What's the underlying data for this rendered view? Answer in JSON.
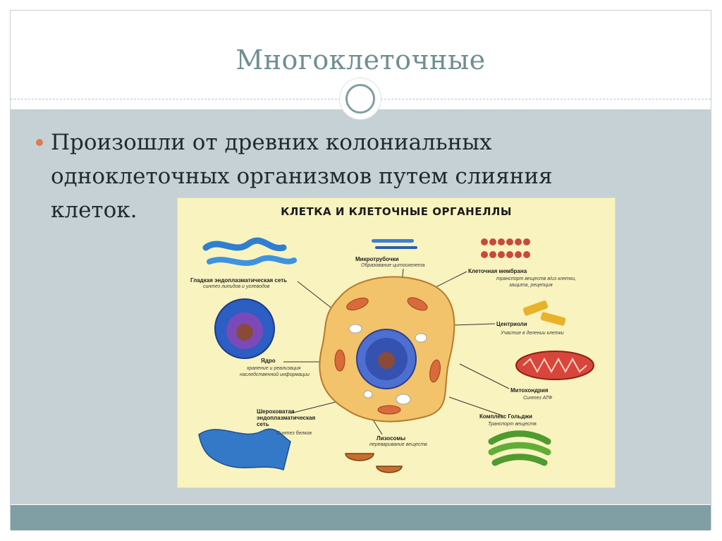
{
  "slide": {
    "title": "Многоклеточные",
    "bullet_text": "Произошли от древних колониальных одноклеточных организмов путем слияния клеток."
  },
  "colors": {
    "title": "#6f8f92",
    "content_band": "#c6d1d6",
    "footer_band": "#7f9fa4",
    "bullet": "#e07a4f",
    "diagram_background": "#f9f3bf"
  },
  "diagram": {
    "title": "КЛЕТКА И КЛЕТОЧНЫЕ ОРГАНЕЛЛЫ",
    "labels": {
      "smooth_er": {
        "name": "Гладкая эндоплазматическая сеть",
        "desc": "синтез липидов и углеводов"
      },
      "nucleus": {
        "name": "Ядро",
        "desc_line1": "хранение и реализация",
        "desc_line2": "наследственной информации"
      },
      "rough_er": {
        "name_line1": "Шероховатая",
        "name_line2": "эндоплазматическая",
        "name_line3": "сеть",
        "desc": "Синтез белков"
      },
      "microtubules": {
        "name": "Микротрубочки",
        "desc": "Образование цитоскелета"
      },
      "membrane": {
        "name": "Клеточная мембрана",
        "desc_line1": "транспорт веществ в/из клетки,",
        "desc_line2": "защита, рецепция"
      },
      "centrioles": {
        "name": "Центриоли",
        "desc": "Участие в делении клетки"
      },
      "mitochondria": {
        "name": "Митохондрия",
        "desc": "Синтез АТФ"
      },
      "golgi": {
        "name": "Комплекс Гольджи",
        "desc": "Транспорт веществ"
      },
      "lysosomes": {
        "name": "Лизосомы",
        "desc": "переваривание веществ"
      }
    }
  }
}
